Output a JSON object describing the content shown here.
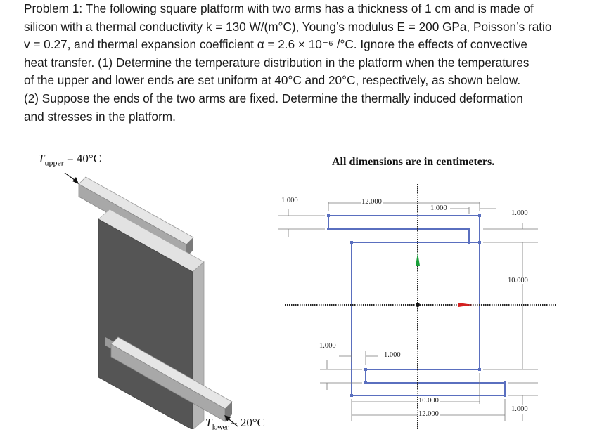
{
  "problem": {
    "lines": [
      "Problem 1: The following square platform with two arms has a thickness of 1 cm and is made of",
      "silicon with a thermal conductivity k = 130 W/(m°C), Young’s modulus E = 200 GPa, Poisson’s ratio",
      "v = 0.27, and thermal expansion coefficient α = 2.6 × 10⁻⁶ /°C. Ignore the effects of convective",
      "heat transfer. (1) Determine the temperature distribution in the platform when the temperatures",
      "of the upper and lower ends are set uniform at 40°C and 20°C, respectively, as shown below.",
      "(2) Suppose the ends of the two arms are fixed. Determine the thermally induced deformation",
      "and stresses in the platform."
    ]
  },
  "figure_left": {
    "t_upper_symbol": "T",
    "t_upper_sub": "upper",
    "t_upper_value": "= 40°C",
    "t_lower_symbol": "T",
    "t_lower_sub": "lower",
    "t_lower_value": "= 20°C"
  },
  "figure_right": {
    "note": "All dimensions are in centimeters.",
    "dims": {
      "top_left_1000": "1.000",
      "top_12000": "12.000",
      "top_1000_mid": "1.000",
      "right_1000_top": "1.000",
      "right_10000": "10.000",
      "left_1000_bottom": "1.000",
      "bottom_1000_mid": "1.000",
      "bottom_10000": "10.000",
      "bottom_12000": "12.000",
      "right_1000_bottom": "1.000"
    }
  },
  "colors": {
    "sketch_blue": "#5a6fbf",
    "axis_red": "#d42020",
    "axis_green": "#1aa03a",
    "plate_face": "#555555",
    "plate_edge": "#c8c8c8"
  }
}
